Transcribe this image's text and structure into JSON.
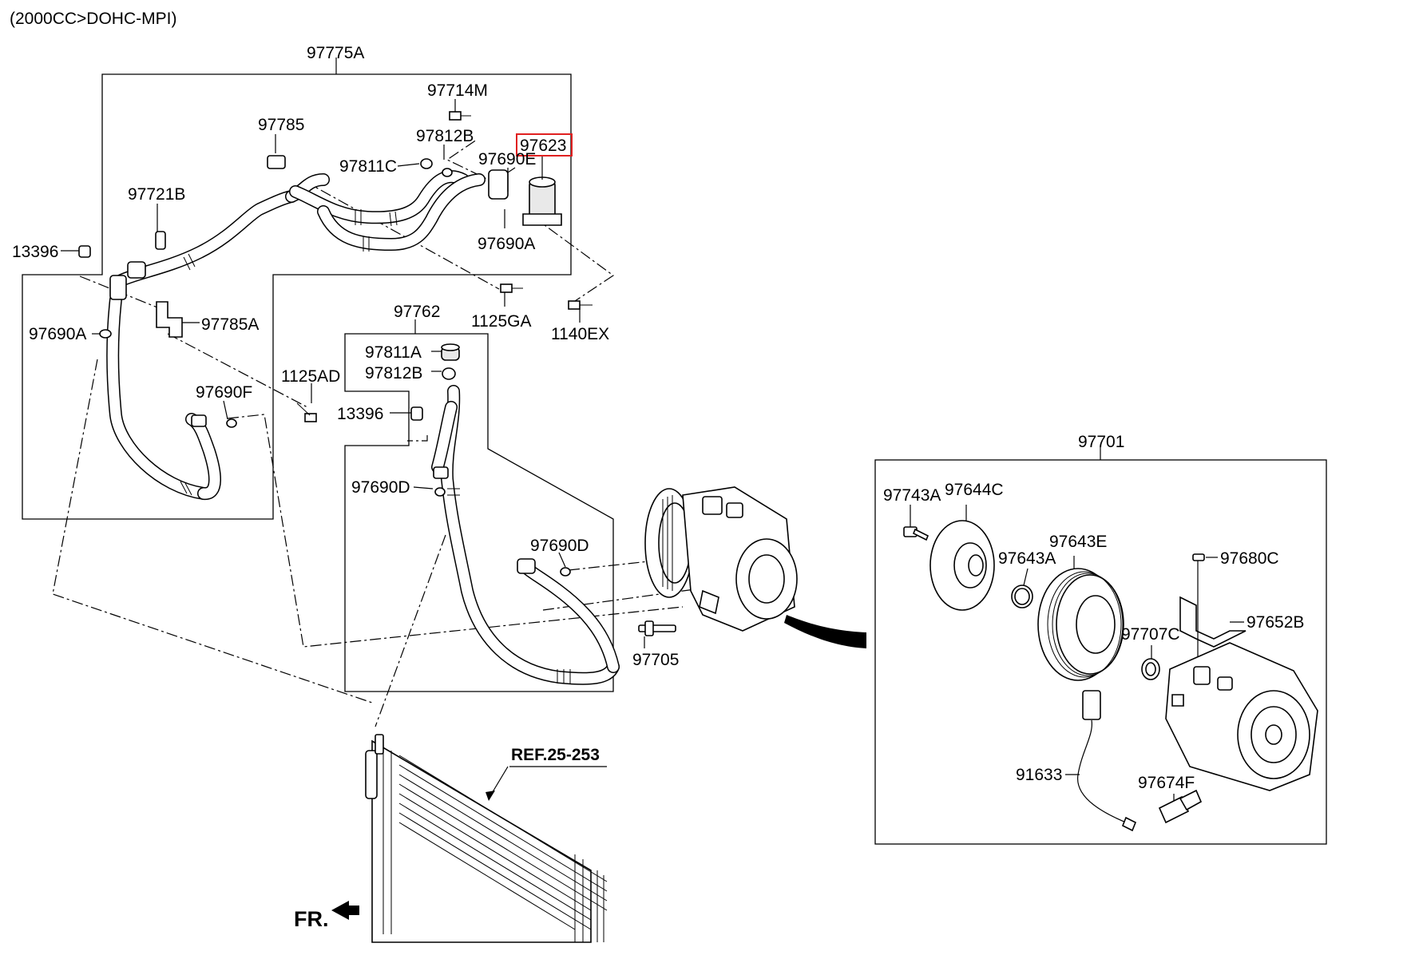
{
  "header_note": "(2000CC>DOHC-MPI)",
  "labels": {
    "l97775A": "97775A",
    "l97714M": "97714M",
    "l97785": "97785",
    "l97812B_top": "97812B",
    "l97623": "97623",
    "l97811C": "97811C",
    "l97690E": "97690E",
    "l97721B": "97721B",
    "l13396_top": "13396",
    "l97690A_top": "97690A",
    "l1125GA": "1125GA",
    "l1140EX": "1140EX",
    "l97690A_left": "97690A",
    "l97785A": "97785A",
    "l97762": "97762",
    "l97811A": "97811A",
    "l97812B_mid": "97812B",
    "l1125AD": "1125AD",
    "l97690F": "97690F",
    "l13396_mid": "13396",
    "l97690D_left": "97690D",
    "l97690D_right": "97690D",
    "l97705": "97705",
    "l97701": "97701",
    "l97743A": "97743A",
    "l97644C": "97644C",
    "l97643E": "97643E",
    "l97643A": "97643A",
    "l97680C": "97680C",
    "l97652B": "97652B",
    "l97707C": "97707C",
    "l91633": "91633",
    "l97674F": "97674F",
    "ref": "REF.25-253",
    "front": "FR."
  },
  "highlight_color": "#e02020"
}
